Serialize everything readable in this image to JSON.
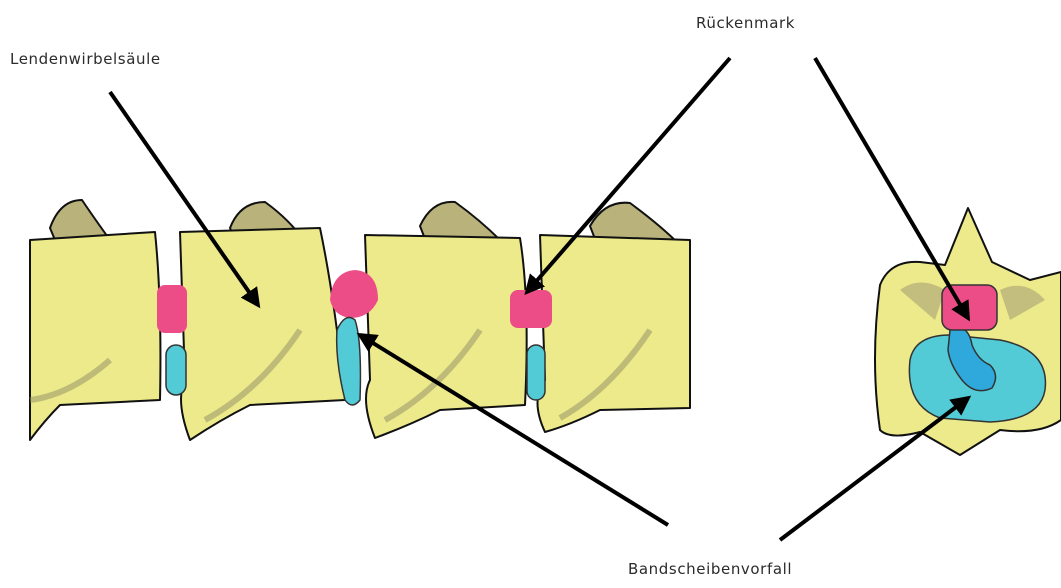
{
  "labels": {
    "lumbar_spine": "Lendenwirbelsäule",
    "spinal_cord": "Rückenmark",
    "herniated_disc": "Bandscheibenvorfall"
  },
  "colors": {
    "bone": "#ecea8a",
    "bone_shade": "#b9b27a",
    "spinal_cord": "#ec4d86",
    "disc": "#52cbd6",
    "outline": "#111111",
    "arrow": "#000000"
  },
  "icons": {
    "lateral_view": "vertebrae-lateral-illustration",
    "cross_section": "vertebra-cross-section-illustration",
    "arrows": "pointer-arrow"
  }
}
